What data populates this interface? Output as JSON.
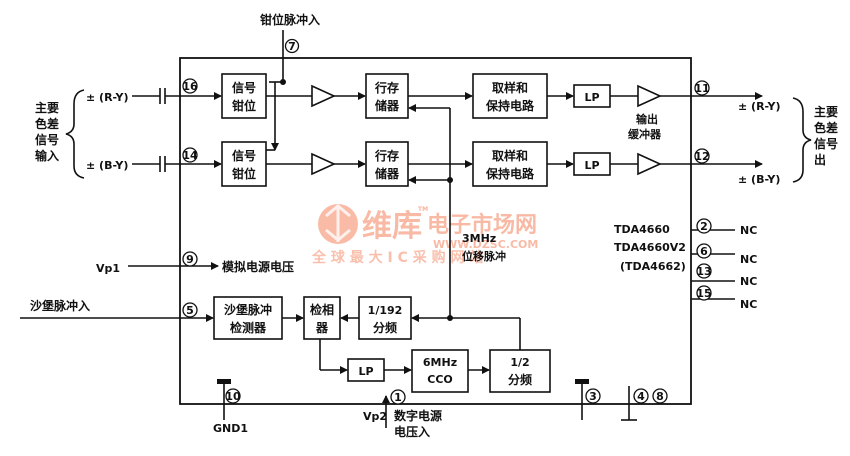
{
  "title": "钳位脉冲入",
  "left_group": [
    "主要",
    "色差",
    "信号",
    "输入"
  ],
  "right_group": [
    "主要",
    "色差",
    "信号",
    "出"
  ],
  "inputs": {
    "ry": "± (R-Y)",
    "by": "± (B-Y)"
  },
  "outputs": {
    "ry": "± (R-Y)",
    "by": "± (B-Y)"
  },
  "blocks": {
    "clamp1": [
      "信号",
      "钳位"
    ],
    "clamp2": [
      "信号",
      "钳位"
    ],
    "store1": [
      "行存",
      "储器"
    ],
    "store2": [
      "行存",
      "储器"
    ],
    "sh1": [
      "取样和",
      "保持电路"
    ],
    "sh2": [
      "取样和",
      "保持电路"
    ],
    "lp1": "LP",
    "lp2": "LP",
    "lp3": "LP",
    "sand": [
      "沙堡脉冲",
      "检测器"
    ],
    "phase": [
      "检相",
      "器"
    ],
    "div192": [
      "1/192",
      "分频"
    ],
    "vco": [
      "6MHz",
      "CCO"
    ],
    "div2": [
      "1/2",
      "分频"
    ]
  },
  "labels": {
    "out_buffer": [
      "输出",
      "缓冲器"
    ],
    "vp1": "Vp1",
    "vp1_desc": "模拟电源电压",
    "sand_in": "沙堡脉冲入",
    "shift": [
      "3MHz",
      "位移脉冲"
    ],
    "gnd1": "GND1",
    "vp2": "Vp2",
    "vp2_desc": [
      "数字电源",
      "电压入"
    ]
  },
  "pins": {
    "p7": "7",
    "p16": "16",
    "p14": "14",
    "p11": "11",
    "p12": "12",
    "p9": "9",
    "p5": "5",
    "p10": "10",
    "p1": "1",
    "p3": "3",
    "p4": "4",
    "p8": "8",
    "p2": "2",
    "p6": "6",
    "p13": "13",
    "p15": "15"
  },
  "nc_table": {
    "models": [
      "TDA4660",
      "TDA4660V2",
      "(TDA4662)"
    ],
    "nc": [
      "NC",
      "NC",
      "NC",
      "NC"
    ]
  },
  "watermark": {
    "brand": "维库",
    "brand2": "电子市场网",
    "url": "WWW.DZSC.COM",
    "slogan": "全 球 最 大 I C 采 购 网 站",
    "tm": "TM",
    "color": "#f4825d"
  }
}
